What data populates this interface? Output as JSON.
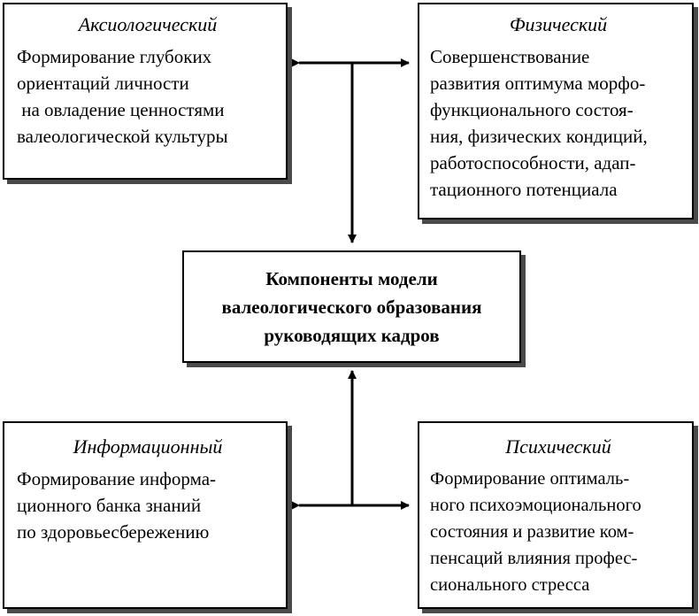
{
  "center": {
    "lines": [
      "Компоненты модели",
      "валеологического образования",
      "руководящих кадров"
    ]
  },
  "axiological": {
    "title": "Аксиологический",
    "lines": [
      "Формирование глубоких",
      "ориентаций личности",
      " на овладение ценностями",
      "валеологической культуры"
    ]
  },
  "physical": {
    "title": "Физический",
    "lines": [
      "Совершенствование",
      "развития оптимума морфо-",
      "функционального состоя-",
      "ния, физических кондиций,",
      "работоспособности, адап-",
      "тационного потенциала"
    ]
  },
  "informational": {
    "title": "Информационный",
    "lines": [
      "Формирование информа-",
      "ционного банка знаний",
      "по здоровьесбережению"
    ]
  },
  "psychic": {
    "title": "Психический",
    "lines": [
      "Формирование оптималь-",
      "ного психоэмоционального",
      "состояния и развитие ком-",
      "пенсаций влияния профес-",
      "сионального стресса"
    ]
  }
}
